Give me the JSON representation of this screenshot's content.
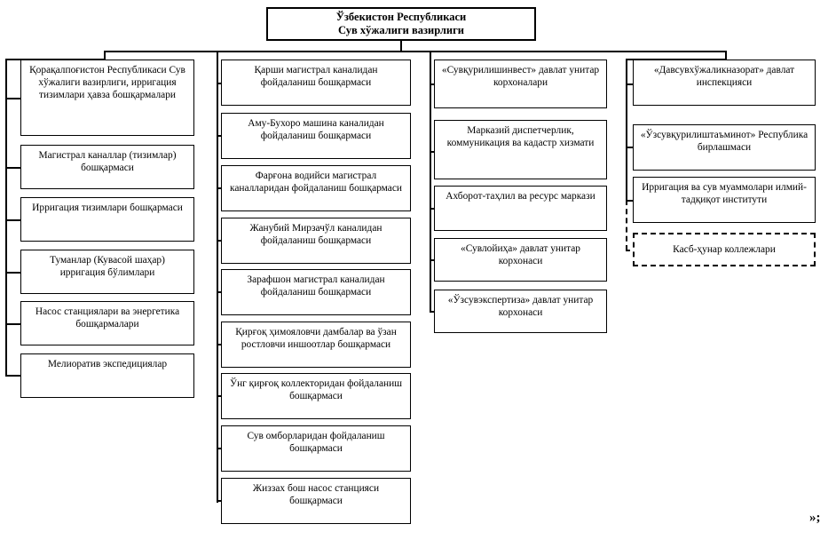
{
  "diagram": {
    "title_box": {
      "line1": "Ўзбекистон Республикаси",
      "line2": "Сув хўжалиги вазирлиги"
    },
    "trailing_mark": "»;",
    "columns": [
      {
        "name": "column-1",
        "items": [
          {
            "text": "Қорақалпоғистон Республикаси Сув хўжалиги вазирлиги, ирригация тизимлари ҳавза бошқармалари",
            "style": "solid"
          },
          {
            "text": "Магистрал каналлар (тизимлар) бошқармаси",
            "style": "solid"
          },
          {
            "text": "Ирригация тизимлари бошқармаси",
            "style": "solid"
          },
          {
            "text": "Туманлар (Кувасой шаҳар) ирригация бўлимлари",
            "style": "solid"
          },
          {
            "text": "Насос станциялари ва энергетика бошқармалари",
            "style": "solid"
          },
          {
            "text": "Мелиоратив экспедициялар",
            "style": "solid"
          }
        ]
      },
      {
        "name": "column-2",
        "items": [
          {
            "text": "Қарши магистрал каналидан фойдаланиш бошқармаси",
            "style": "solid"
          },
          {
            "text": "Аму-Бухоро машина каналидан фойдаланиш бошқармаси",
            "style": "solid"
          },
          {
            "text": "Фарғона водийси магистрал каналларидан фойдаланиш бошқармаси",
            "style": "solid"
          },
          {
            "text": "Жанубий Мирзачўл каналидан фойдаланиш бошқармаси",
            "style": "solid"
          },
          {
            "text": "Зарафшон магистрал каналидан фойдаланиш бошқармаси",
            "style": "solid"
          },
          {
            "text": "Қирғоқ ҳимояловчи дамбалар ва ўзан ростловчи иншоотлар бошқармаси",
            "style": "solid"
          },
          {
            "text": "Ўнг қирғоқ коллекторидан фойдаланиш бошқармаси",
            "style": "solid"
          },
          {
            "text": "Сув омборларидан фойдаланиш бошқармаси",
            "style": "solid"
          },
          {
            "text": "Жиззах бош насос станцияси бошқармаси",
            "style": "solid"
          }
        ]
      },
      {
        "name": "column-3",
        "items": [
          {
            "text": "«Сувқурилишинвест» давлат унитар корхоналари",
            "style": "solid"
          },
          {
            "text": "Марказий диспетчерлик, коммуникация ва кадастр хизмати",
            "style": "solid"
          },
          {
            "text": "Ахборот-таҳлил ва ресурс маркази",
            "style": "solid"
          },
          {
            "text": "«Сувлойиҳа» давлат унитар корхонаси",
            "style": "solid"
          },
          {
            "text": "«Ўзсувэкспертиза» давлат унитар корхонаси",
            "style": "solid"
          }
        ]
      },
      {
        "name": "column-4",
        "items": [
          {
            "text": "«Давсувхўжаликназорат» давлат инспекцияси",
            "style": "solid"
          },
          {
            "text": "«Ўзсувқурилиштаъминот» Республика бирлашмаси",
            "style": "solid"
          },
          {
            "text": "Ирригация ва сув муаммолари илмий-тадқиқот институти",
            "style": "solid"
          },
          {
            "text": "Касб-ҳунар коллежлари",
            "style": "dashed"
          }
        ]
      }
    ]
  }
}
